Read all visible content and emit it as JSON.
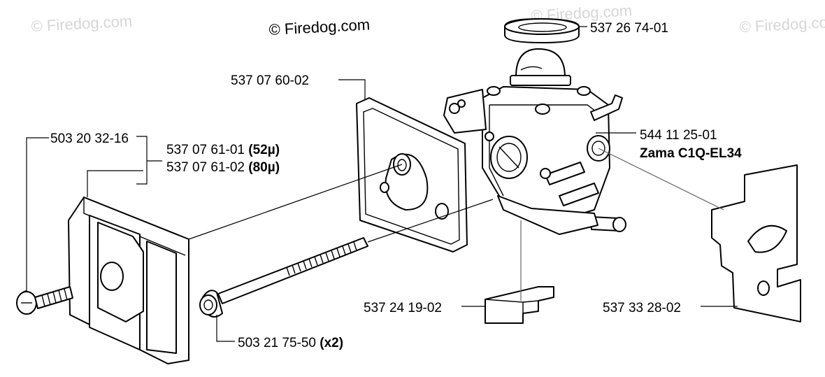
{
  "watermarks": [
    "© Firedog.com",
    "© Firedog.com",
    "© Firedog.com"
  ],
  "copyright": "© Firedog.com",
  "labels": {
    "p1": "537 26 74-01",
    "p2": "537 07 60-02",
    "p3": "503 20 32-16",
    "p4a": "537 07 61-01",
    "p4a_note": "(52",
    "p4a_unit": "µ)",
    "p4b": "537 07 61-02",
    "p4b_note": "(80",
    "p4b_unit": "µ)",
    "p5": "544 11 25-01",
    "p5_model": "Zama C1Q-EL34",
    "p6": "537 24 19-02",
    "p7": "537 33 28-02",
    "p8": "503 21 75-50",
    "p8_qty": "(x2)"
  }
}
